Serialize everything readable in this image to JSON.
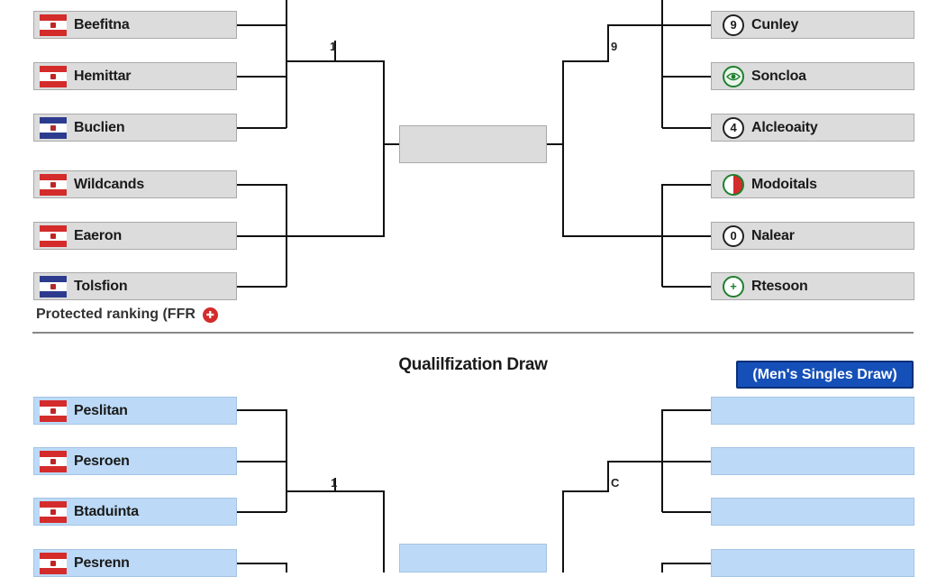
{
  "top_bracket": {
    "left_round_number": "1",
    "right_round_number": "9",
    "left_slots": [
      {
        "name": "Beefitna",
        "flag": "red"
      },
      {
        "name": "Hemittar",
        "flag": "red"
      },
      {
        "name": "Buclien",
        "flag": "navy"
      },
      {
        "name": "Wildcands",
        "flag": "red"
      },
      {
        "name": "Eaeron",
        "flag": "red"
      },
      {
        "name": "Tolsfion",
        "flag": "navy"
      }
    ],
    "right_slots": [
      {
        "name": "Cunley",
        "seed": "9",
        "badge": "seed"
      },
      {
        "name": "Soncloa",
        "seed": "",
        "badge": "eye"
      },
      {
        "name": "Alcleoaity",
        "seed": "4",
        "badge": "seed"
      },
      {
        "name": "Modoitals",
        "seed": "",
        "badge": "half"
      },
      {
        "name": "Nalear",
        "seed": "0",
        "badge": "seed"
      },
      {
        "name": "Rtesoon",
        "seed": "+",
        "badge": "green"
      }
    ],
    "center_slot": ""
  },
  "note": {
    "text": "Protected ranking (FFR",
    "icon": "info-icon"
  },
  "qualification": {
    "title": "Qualilfization Draw",
    "draw_button_label": "(Men's Singles Draw)",
    "left_round_number": "1",
    "right_round_number": "C",
    "left_slots": [
      {
        "name": "Peslitan",
        "flag": "red"
      },
      {
        "name": "Pesroen",
        "flag": "red"
      },
      {
        "name": "Btaduinta",
        "flag": "red"
      },
      {
        "name": "Pesrenn",
        "flag": "red"
      }
    ],
    "right_slots": [
      "",
      "",
      "",
      ""
    ],
    "center_slot": ""
  },
  "colors": {
    "slot_gray": "#dcdcdc",
    "slot_blue": "#bcdaf7",
    "button_blue": "#1550b8",
    "flag_red": "#d42b2b",
    "flag_navy": "#2d3b8e"
  }
}
